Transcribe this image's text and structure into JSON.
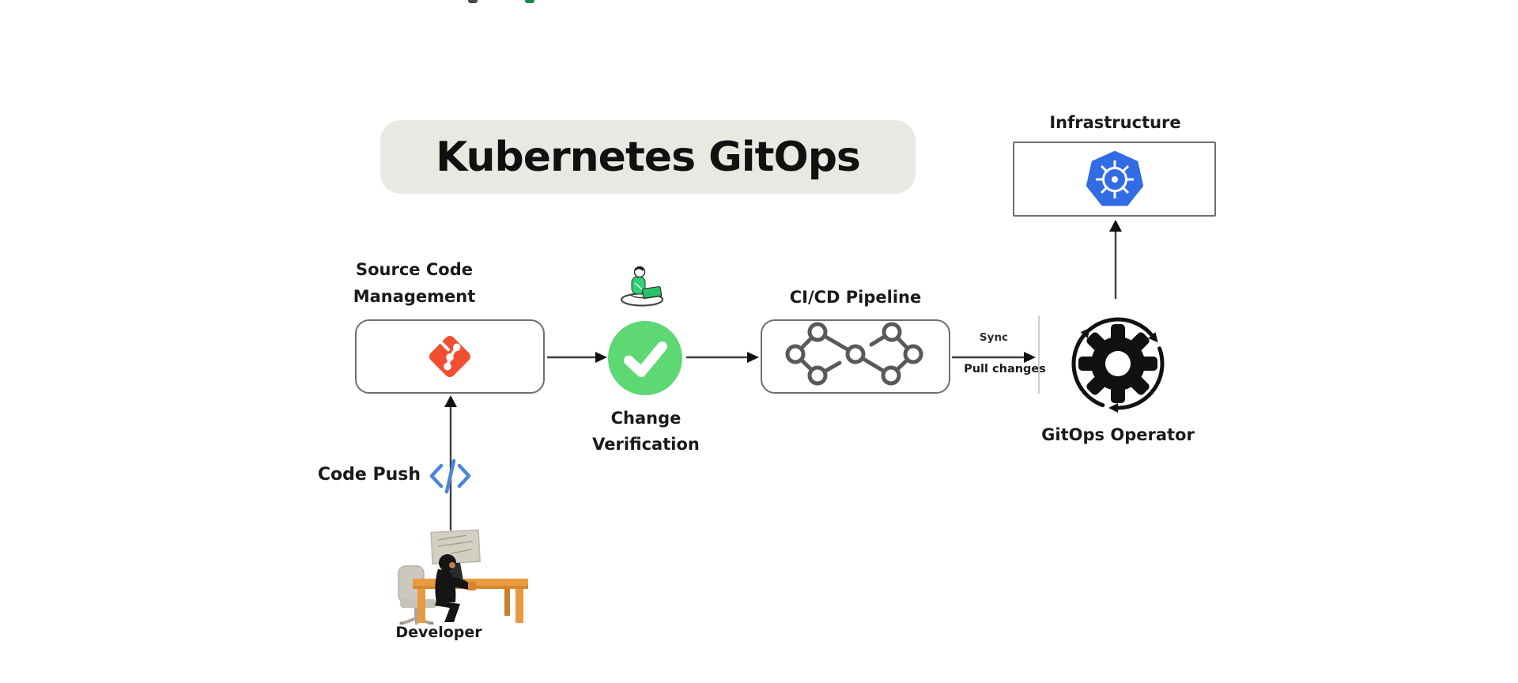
{
  "title": "Kubernetes GitOps",
  "nodes": {
    "infrastructure": {
      "label": "Infrastructure",
      "icon": "kubernetes-icon"
    },
    "source_code_management": {
      "label": "Source Code Management",
      "icon": "git-icon"
    },
    "change_verification": {
      "label": "Change Verification",
      "icon": "check-icon"
    },
    "cicd_pipeline": {
      "label": "CI/CD Pipeline",
      "icon": "infinity-pipeline-icon"
    },
    "gitops_operator": {
      "label": "GitOps Operator",
      "icon": "gear-cycle-icon"
    },
    "developer": {
      "label": "Developer",
      "icon": "developer-at-desk-illustration"
    }
  },
  "edges": {
    "code_push": {
      "label": "Code Push",
      "from": "developer",
      "to": "source_code_management"
    },
    "scm_to_verification": {
      "from": "source_code_management",
      "to": "change_verification"
    },
    "verification_to_cicd": {
      "from": "change_verification",
      "to": "cicd_pipeline"
    },
    "sync": {
      "label": "Sync",
      "sublabel": "Pull changes",
      "from": "cicd_pipeline",
      "to": "gitops_operator"
    },
    "operator_to_infrastructure": {
      "from": "gitops_operator",
      "to": "infrastructure"
    }
  },
  "colors": {
    "title_pill_bg": "#e9e9e4",
    "text": "#1a1a1a",
    "box_border": "#6f6f6f",
    "arrow": "#3f3f3f",
    "git_red": "#f14e32",
    "kubernetes_blue": "#326ce5",
    "check_green": "#5dd873",
    "code_icon_blue": "#4a86d8",
    "pipeline_gray": "#58595b",
    "desk_orange": "#e79a40"
  }
}
